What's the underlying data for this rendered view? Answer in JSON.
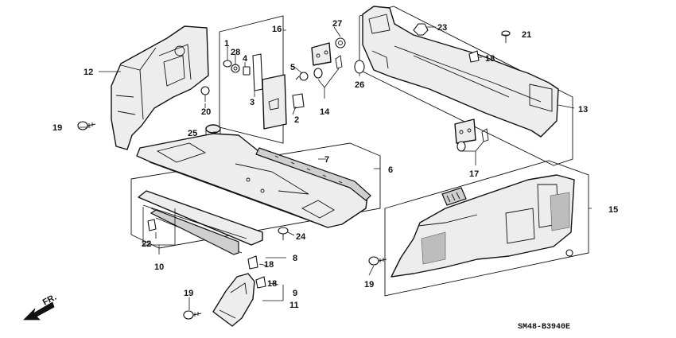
{
  "diagram": {
    "callouts": {
      "c1": "1",
      "c2": "2",
      "c3": "3",
      "c4": "4",
      "c5": "5",
      "c6": "6",
      "c7": "7",
      "c8": "8",
      "c9": "9",
      "c10": "10",
      "c11": "11",
      "c12": "12",
      "c13": "13",
      "c14": "14",
      "c15": "15",
      "c16": "16",
      "c17": "17",
      "c18a": "18",
      "c18b": "18",
      "c18c": "18",
      "c19a": "19",
      "c19b": "19",
      "c19c": "19",
      "c20": "20",
      "c21": "21",
      "c22": "22",
      "c23": "23",
      "c24": "24",
      "c25": "25",
      "c26": "26",
      "c27": "27",
      "c28": "28"
    },
    "direction_label": "FR.",
    "diagram_code": "SM48-B3940E"
  }
}
